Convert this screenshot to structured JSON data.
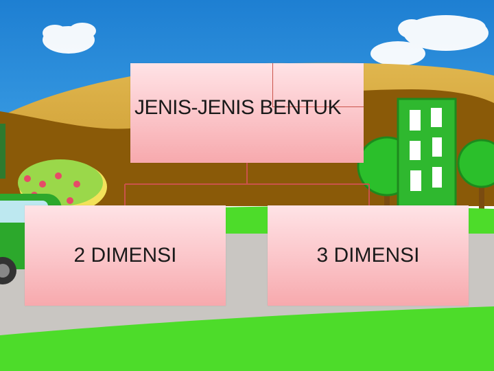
{
  "diagram": {
    "root": {
      "label": "JENIS-JENIS BENTUK"
    },
    "children": [
      {
        "label": "2 DIMENSI"
      },
      {
        "label": "3 DIMENSI"
      }
    ]
  },
  "colors": {
    "sky": "#2a8fd8",
    "hill": "#8a5a08",
    "grass": "#4ddc2a",
    "road": "#c9c6c2",
    "box_top": "#ffe3e6",
    "box_bottom": "#f7a9ad",
    "connector": "#c9534a",
    "building": "#2fb82f",
    "tree": "#2bbf2b"
  }
}
